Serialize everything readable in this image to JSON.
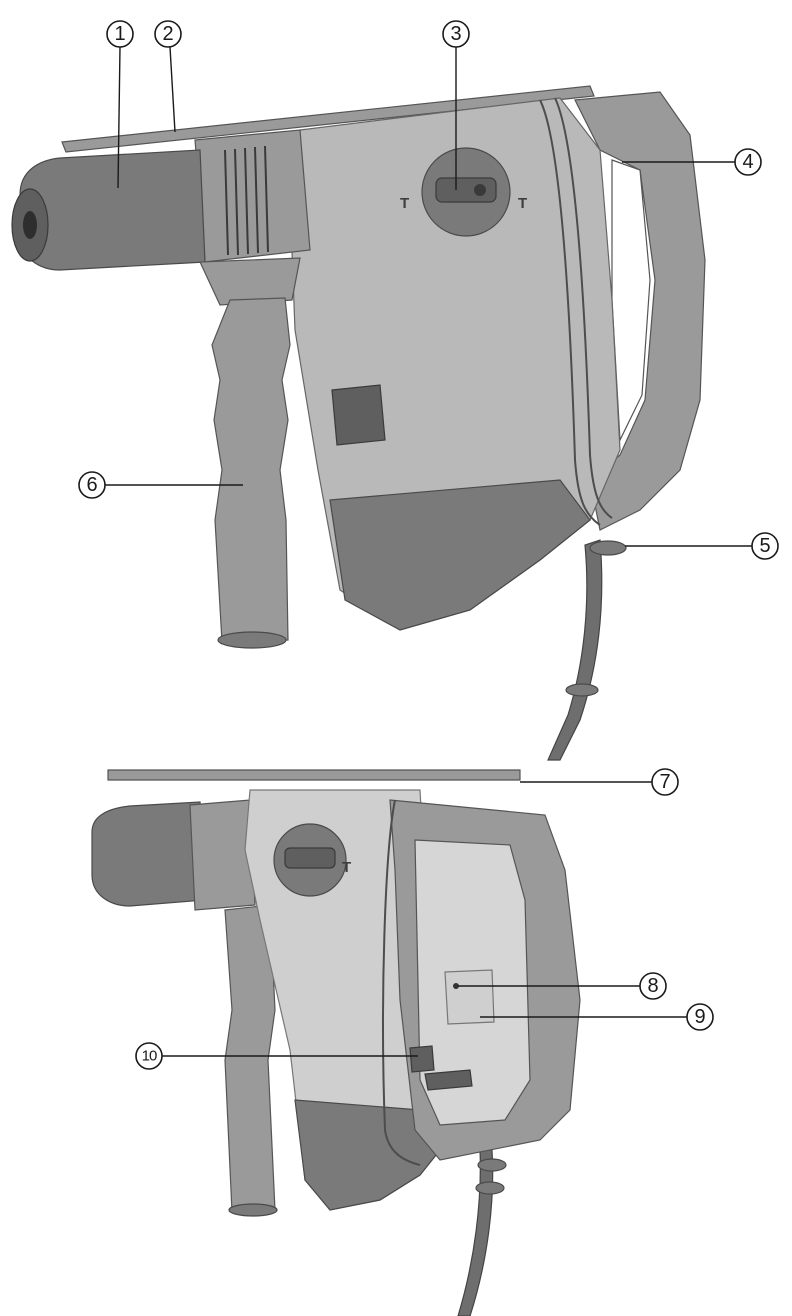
{
  "callouts": [
    "1",
    "2",
    "3",
    "4",
    "5",
    "6",
    "7",
    "8",
    "9",
    "10"
  ],
  "switch_marks": {
    "left": "T",
    "right": "T"
  },
  "colors": {
    "housing_light": "#cfcfcf",
    "housing_mid": "#9a9a9a",
    "housing_dark": "#7a7a7a",
    "rubber": "#5f5f5f",
    "line": "#1a1a1a"
  }
}
